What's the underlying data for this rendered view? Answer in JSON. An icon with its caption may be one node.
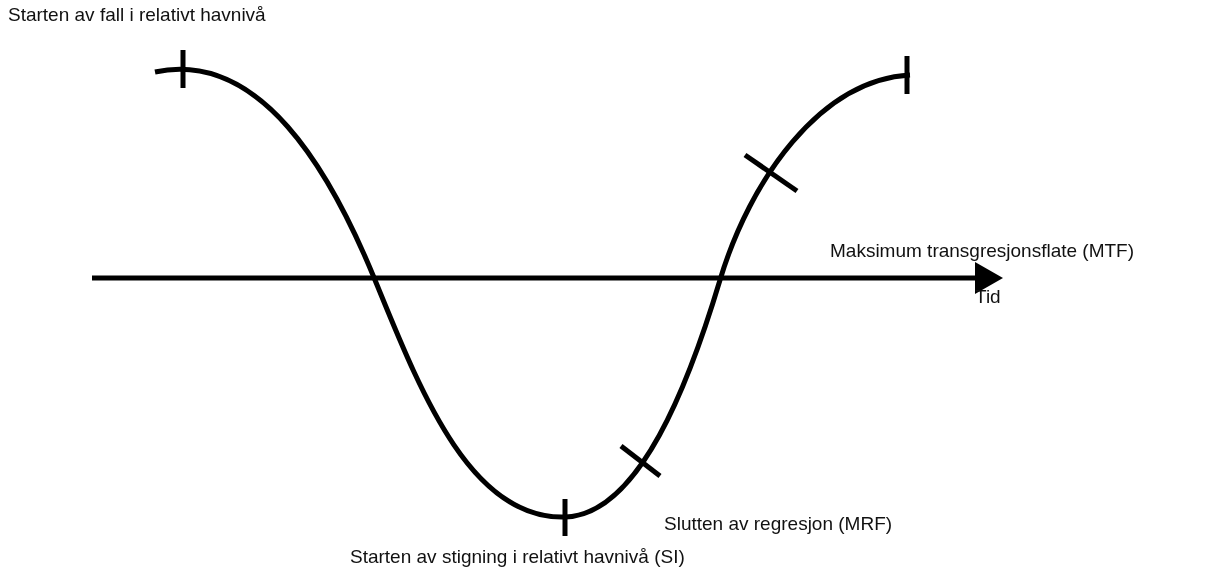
{
  "diagram": {
    "labels": [
      "Starten av fall i relativt havnivå",
      "Maksimum transgresjonsflate (MTF)",
      "Tid",
      "Slutten av regresjon (MRF)",
      "Starten av stigning i relativt havnivå (SI)"
    ]
  }
}
